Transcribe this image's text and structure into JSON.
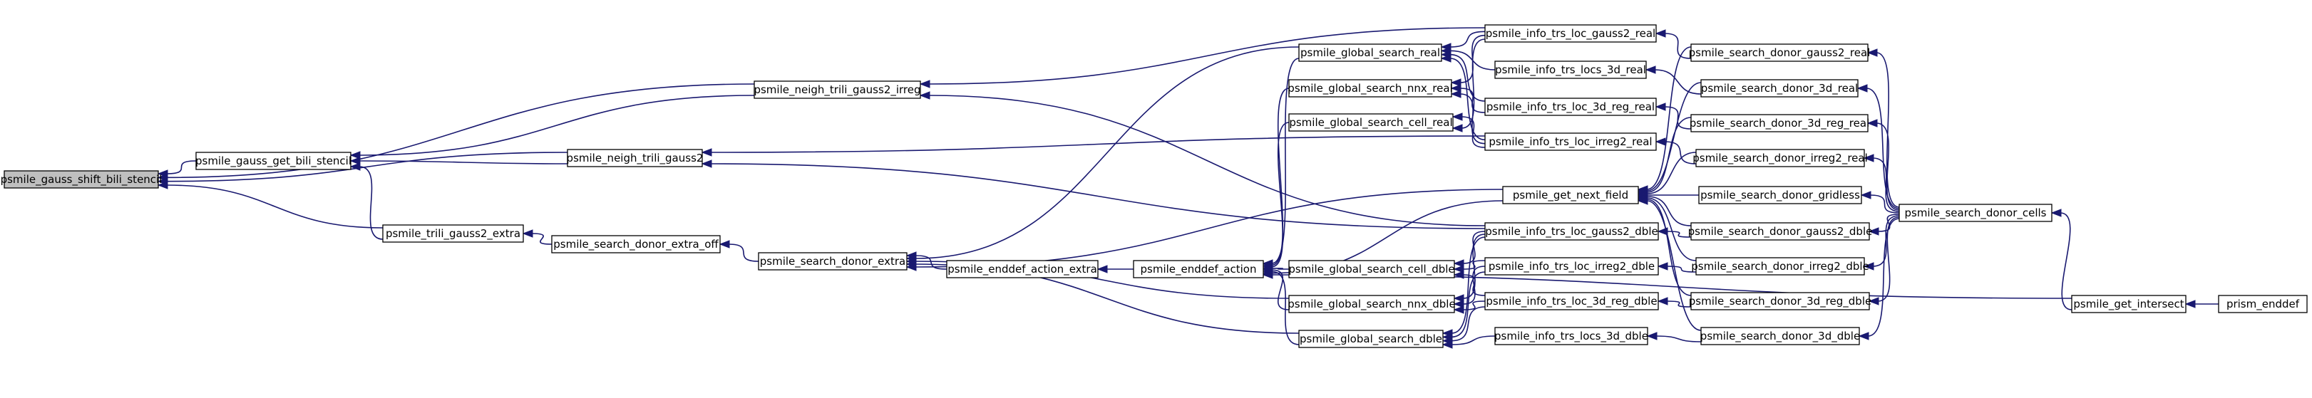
{
  "nodes": [
    {
      "id": "gshift",
      "label": "psmile_gauss_shift_bili_stencil",
      "root": true
    },
    {
      "id": "ggetbili",
      "label": "psmile_gauss_get_bili_stencil"
    },
    {
      "id": "ntg2irr",
      "label": "psmile_neigh_trili_gauss2_irreg"
    },
    {
      "id": "ntg2",
      "label": "psmile_neigh_trili_gauss2"
    },
    {
      "id": "tg2extra",
      "label": "psmile_trili_gauss2_extra"
    },
    {
      "id": "sdextraoff",
      "label": "psmile_search_donor_extra_off"
    },
    {
      "id": "sdextra",
      "label": "psmile_search_donor_extra"
    },
    {
      "id": "edaextra",
      "label": "psmile_enddef_action_extra"
    },
    {
      "id": "edaction",
      "label": "psmile_enddef_action"
    },
    {
      "id": "gsreal",
      "label": "psmile_global_search_real"
    },
    {
      "id": "gsnnxreal",
      "label": "psmile_global_search_nnx_real"
    },
    {
      "id": "gscellreal",
      "label": "psmile_global_search_cell_real"
    },
    {
      "id": "gscelldble",
      "label": "psmile_global_search_cell_dble"
    },
    {
      "id": "gsnnxdble",
      "label": "psmile_global_search_nnx_dble"
    },
    {
      "id": "gsdble",
      "label": "psmile_global_search_dble"
    },
    {
      "id": "getnext",
      "label": "psmile_get_next_field"
    },
    {
      "id": "itg2real",
      "label": "psmile_info_trs_loc_gauss2_real"
    },
    {
      "id": "itl3dreal",
      "label": "psmile_info_trs_locs_3d_real"
    },
    {
      "id": "itl3dregreal",
      "label": "psmile_info_trs_loc_3d_reg_real"
    },
    {
      "id": "itirr2real",
      "label": "psmile_info_trs_loc_irreg2_real"
    },
    {
      "id": "itg2dble",
      "label": "psmile_info_trs_loc_gauss2_dble"
    },
    {
      "id": "itirr2dble",
      "label": "psmile_info_trs_loc_irreg2_dble"
    },
    {
      "id": "itl3dregdble",
      "label": "psmile_info_trs_loc_3d_reg_dble"
    },
    {
      "id": "itl3ddble",
      "label": "psmile_info_trs_locs_3d_dble"
    },
    {
      "id": "sdg2real",
      "label": "psmile_search_donor_gauss2_real"
    },
    {
      "id": "sd3dreal",
      "label": "psmile_search_donor_3d_real"
    },
    {
      "id": "sd3dregreal",
      "label": "psmile_search_donor_3d_reg_real"
    },
    {
      "id": "sdirr2real",
      "label": "psmile_search_donor_irreg2_real"
    },
    {
      "id": "sdgridless",
      "label": "psmile_search_donor_gridless"
    },
    {
      "id": "sdg2dble",
      "label": "psmile_search_donor_gauss2_dble"
    },
    {
      "id": "sdirr2dble",
      "label": "psmile_search_donor_irreg2_dble"
    },
    {
      "id": "sd3dregdble",
      "label": "psmile_search_donor_3d_reg_dble"
    },
    {
      "id": "sd3ddble",
      "label": "psmile_search_donor_3d_dble"
    },
    {
      "id": "sdcells",
      "label": "psmile_search_donor_cells"
    },
    {
      "id": "getintersect",
      "label": "psmile_get_intersect"
    },
    {
      "id": "prismenddef",
      "label": "prism_enddef"
    }
  ],
  "edges": [
    [
      "ggetbili",
      "gshift"
    ],
    [
      "ntg2irr",
      "gshift"
    ],
    [
      "ntg2",
      "gshift"
    ],
    [
      "tg2extra",
      "gshift"
    ],
    [
      "ntg2irr",
      "ggetbili"
    ],
    [
      "ntg2",
      "ggetbili"
    ],
    [
      "tg2extra",
      "ggetbili"
    ],
    [
      "sdextraoff",
      "tg2extra"
    ],
    [
      "sdextra",
      "sdextraoff"
    ],
    [
      "itg2real",
      "ntg2irr"
    ],
    [
      "itg2dble",
      "ntg2irr"
    ],
    [
      "itirr2real",
      "ntg2"
    ],
    [
      "itg2dble",
      "ntg2"
    ],
    [
      "edaextra",
      "sdextra"
    ],
    [
      "gsreal",
      "sdextra"
    ],
    [
      "gsnnxdble",
      "sdextra"
    ],
    [
      "gsdble",
      "sdextra"
    ],
    [
      "getnext",
      "sdextra"
    ],
    [
      "edaction",
      "edaextra"
    ],
    [
      "gsreal",
      "edaction"
    ],
    [
      "gsnnxreal",
      "edaction"
    ],
    [
      "gscellreal",
      "edaction"
    ],
    [
      "gscelldble",
      "edaction"
    ],
    [
      "gsnnxdble",
      "edaction"
    ],
    [
      "gsdble",
      "edaction"
    ],
    [
      "getnext",
      "edaction"
    ],
    [
      "getintersect",
      "edaction"
    ],
    [
      "itg2real",
      "gsreal"
    ],
    [
      "itl3dreal",
      "gsreal"
    ],
    [
      "itl3dregreal",
      "gsreal"
    ],
    [
      "itirr2real",
      "gsreal"
    ],
    [
      "itg2real",
      "gsnnxreal"
    ],
    [
      "itl3dregreal",
      "gsnnxreal"
    ],
    [
      "itirr2real",
      "gsnnxreal"
    ],
    [
      "itirr2real",
      "gscellreal"
    ],
    [
      "itg2real",
      "gscellreal"
    ],
    [
      "itg2dble",
      "gscelldble"
    ],
    [
      "itirr2dble",
      "gscelldble"
    ],
    [
      "itl3dregdble",
      "gscelldble"
    ],
    [
      "itg2dble",
      "gsnnxdble"
    ],
    [
      "itirr2dble",
      "gsnnxdble"
    ],
    [
      "itl3dregdble",
      "gsnnxdble"
    ],
    [
      "itg2dble",
      "gsdble"
    ],
    [
      "itirr2dble",
      "gsdble"
    ],
    [
      "itl3dregdble",
      "gsdble"
    ],
    [
      "itl3ddble",
      "gsdble"
    ],
    [
      "sdg2real",
      "getnext"
    ],
    [
      "sd3dreal",
      "getnext"
    ],
    [
      "sd3dregreal",
      "getnext"
    ],
    [
      "sdirr2real",
      "getnext"
    ],
    [
      "sdgridless",
      "getnext"
    ],
    [
      "sdg2dble",
      "getnext"
    ],
    [
      "sdirr2dble",
      "getnext"
    ],
    [
      "sd3dregdble",
      "getnext"
    ],
    [
      "sd3ddble",
      "getnext"
    ],
    [
      "sdg2real",
      "itg2real"
    ],
    [
      "sd3dreal",
      "itl3dreal"
    ],
    [
      "sd3dregreal",
      "itl3dregreal"
    ],
    [
      "sdirr2real",
      "itirr2real"
    ],
    [
      "sdg2dble",
      "itg2dble"
    ],
    [
      "sdirr2dble",
      "itirr2dble"
    ],
    [
      "sd3dregdble",
      "itl3dregdble"
    ],
    [
      "sd3ddble",
      "itl3ddble"
    ],
    [
      "sdcells",
      "sdg2real"
    ],
    [
      "sdcells",
      "sd3dreal"
    ],
    [
      "sdcells",
      "sd3dregreal"
    ],
    [
      "sdcells",
      "sdirr2real"
    ],
    [
      "sdcells",
      "sdgridless"
    ],
    [
      "sdcells",
      "sdg2dble"
    ],
    [
      "sdcells",
      "sdirr2dble"
    ],
    [
      "sdcells",
      "sd3dregdble"
    ],
    [
      "sdcells",
      "sd3ddble"
    ],
    [
      "getintersect",
      "sdcells"
    ],
    [
      "prismenddef",
      "getintersect"
    ]
  ]
}
